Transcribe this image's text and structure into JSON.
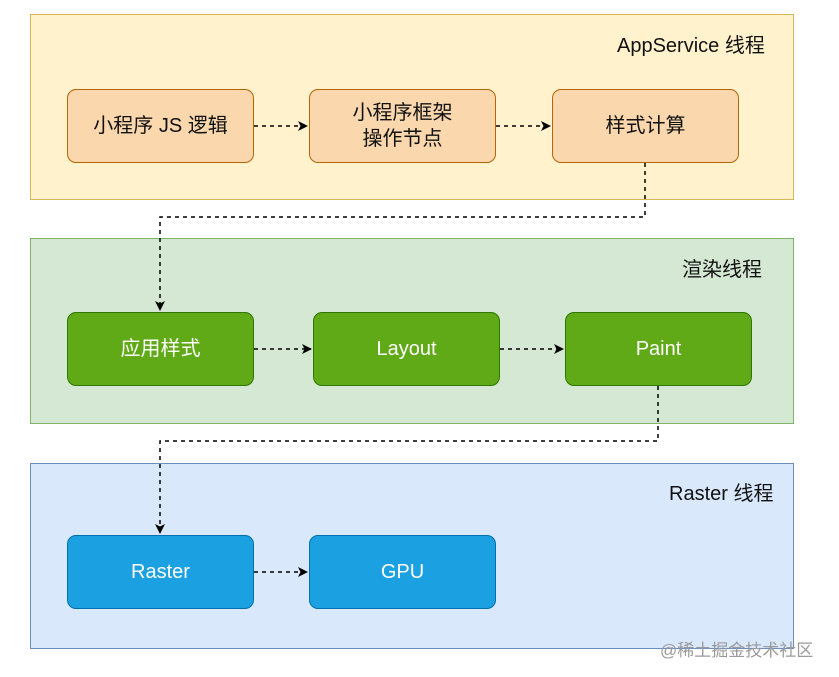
{
  "lanes": {
    "appservice": {
      "title": "AppService 线程"
    },
    "render": {
      "title": "渲染线程"
    },
    "raster": {
      "title": "Raster 线程"
    }
  },
  "nodes": {
    "js_logic": "小程序 JS 逻辑",
    "framework_ops": "小程序框架\n操作节点",
    "style_calc": "样式计算",
    "apply_style": "应用样式",
    "layout": "Layout",
    "paint": "Paint",
    "raster": "Raster",
    "gpu": "GPU"
  },
  "colors": {
    "appservice_lane_fill": "#fff2cc",
    "appservice_lane_border": "#d6b656",
    "render_lane_fill": "#d5e8d4",
    "render_lane_border": "#82b366",
    "raster_lane_fill": "#dae8fc",
    "raster_lane_border": "#6c8ebf",
    "app_node_fill": "#fad7ac",
    "render_node_fill": "#60a917",
    "raster_node_fill": "#1ba1e2",
    "edge": "#000000"
  },
  "watermark": "@稀土掘金技术社区"
}
